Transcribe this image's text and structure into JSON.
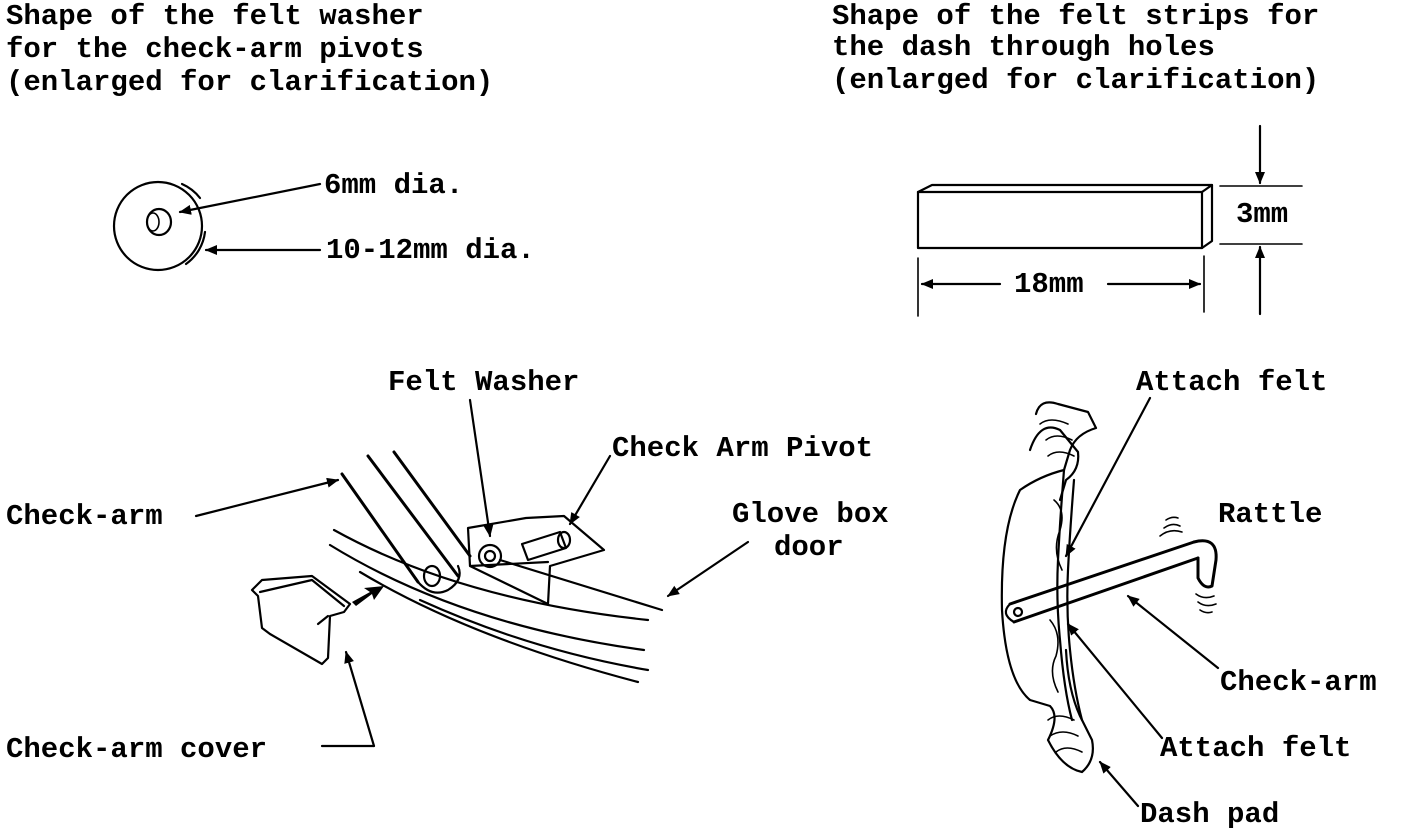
{
  "washer_heading": {
    "line1": "Shape of the felt washer",
    "line2": "for the check-arm pivots",
    "line3": "(enlarged for clarification)"
  },
  "strip_heading": {
    "line1": "Shape of the felt strips for",
    "line2": "the dash through holes",
    "line3": "(enlarged for clarification)"
  },
  "washer_labels": {
    "inner_dia": "6mm dia.",
    "outer_dia": "10-12mm dia."
  },
  "strip_labels": {
    "thickness": "3mm",
    "length": "18mm"
  },
  "glovebox_labels": {
    "felt_washer": "Felt Washer",
    "check_arm_pivot": "Check Arm Pivot",
    "check_arm": "Check-arm",
    "glove_box_door_line1": "Glove box",
    "glove_box_door_line2": "door",
    "check_arm_cover": "Check-arm cover"
  },
  "dash_labels": {
    "attach_felt_top": "Attach felt",
    "rattle": "Rattle",
    "check_arm": "Check-arm",
    "attach_felt_bottom": "Attach felt",
    "dash_pad": "Dash pad"
  }
}
